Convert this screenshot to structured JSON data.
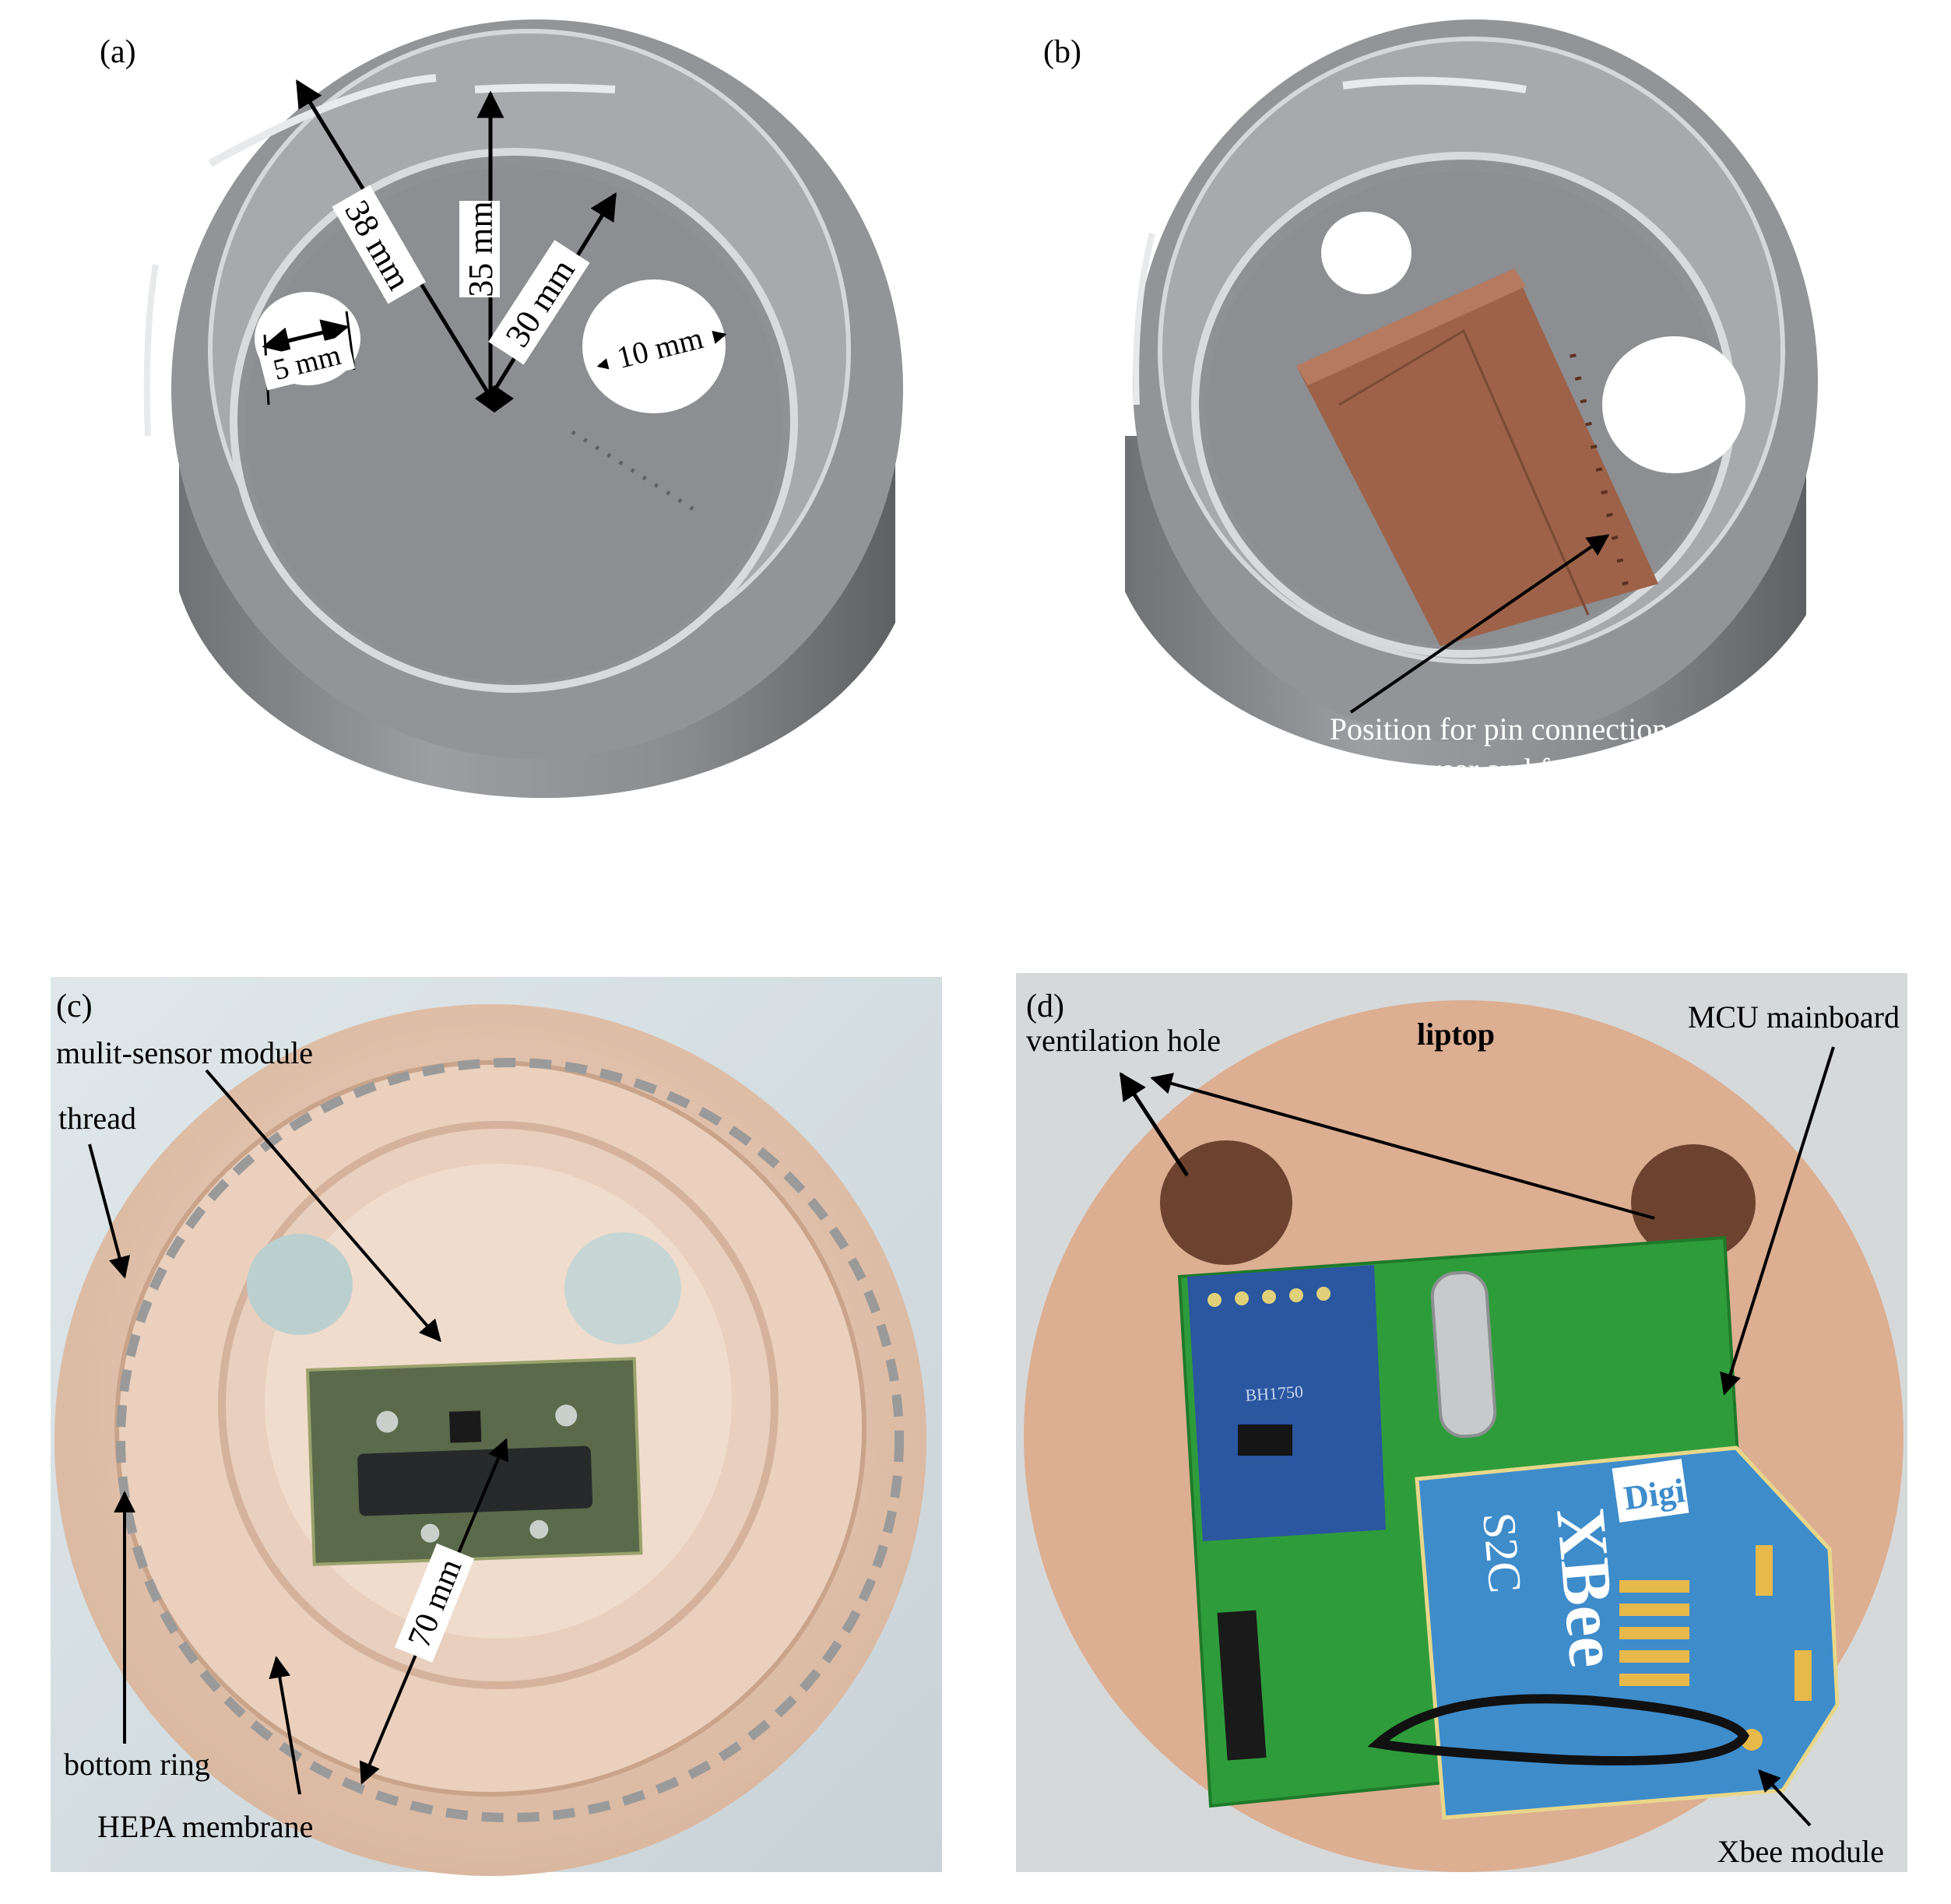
{
  "panels": {
    "a": {
      "label": "(a)",
      "dims": {
        "d38": "38 mm",
        "d35": "35 mm",
        "d30": "30 mm",
        "d10": "10 mm",
        "d5": "5 mm"
      }
    },
    "b": {
      "label": "(b)",
      "note_line1": "Position for pin connection",
      "note_line2": "between rear and front PCBs"
    },
    "c": {
      "label": "(c)",
      "multi_sensor": "mulit-sensor module",
      "thread": "thread",
      "dim70": "70 mm",
      "bottom_ring": "bottom ring",
      "hepa": "HEPA membrane"
    },
    "d": {
      "label": "(d)",
      "ventilation": "ventilation hole",
      "liptop": "liptop",
      "mcu": "MCU mainboard",
      "xbee": "Xbee module",
      "chip_bh": "BH1750",
      "xbee_brand": "XBee",
      "xbee_model": "S2C",
      "digi": "Digi"
    }
  },
  "colors": {
    "metal": "#8c8e91",
    "metal_light": "#bfc1c4",
    "pcb_brown": "#a8694f",
    "beige": "#e8c8b3",
    "pcb_green": "#2a9a3a",
    "xbee_blue": "#3f8ccb",
    "sensor_board": "#5c6b4a"
  }
}
